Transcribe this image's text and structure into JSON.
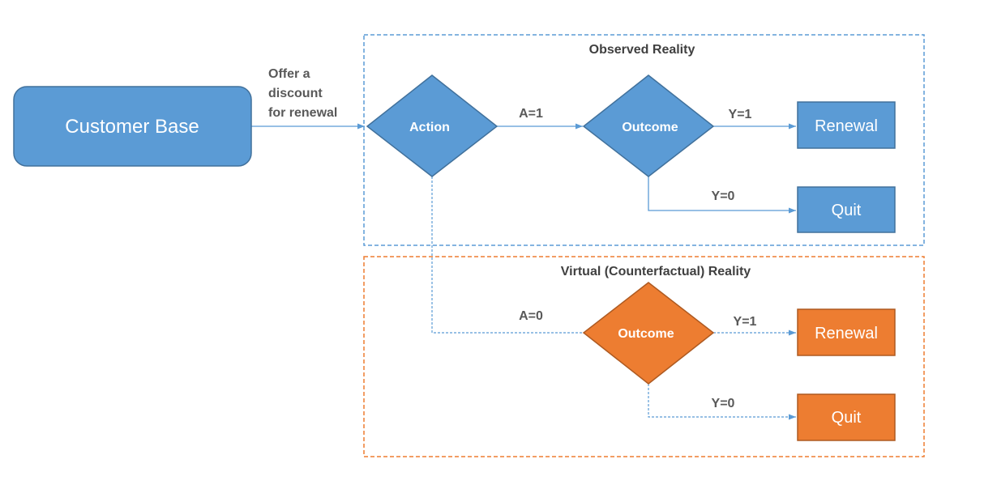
{
  "regions": {
    "observed": {
      "title": "Observed Reality",
      "border_color": "#5b9bd5"
    },
    "virtual": {
      "title": "Virtual (Counterfactual) Reality",
      "border_color": "#ed7d31"
    }
  },
  "nodes": {
    "customer_base": "Customer Base",
    "action": "Action",
    "observed_outcome": "Outcome",
    "observed_renewal": "Renewal",
    "observed_quit": "Quit",
    "virtual_outcome": "Outcome",
    "virtual_renewal": "Renewal",
    "virtual_quit": "Quit"
  },
  "edge_labels": {
    "offer_line1": "Offer a",
    "offer_line2": "discount",
    "offer_line3": "for renewal",
    "a1": "A=1",
    "a0": "A=0",
    "obs_y1": "Y=1",
    "obs_y0": "Y=0",
    "virt_y1": "Y=1",
    "virt_y0": "Y=0"
  },
  "colors": {
    "blue_fill": "#5b9bd5",
    "blue_stroke": "#41719c",
    "orange_fill": "#ed7d31",
    "orange_stroke": "#ae5a21",
    "text_gray": "#595959"
  }
}
